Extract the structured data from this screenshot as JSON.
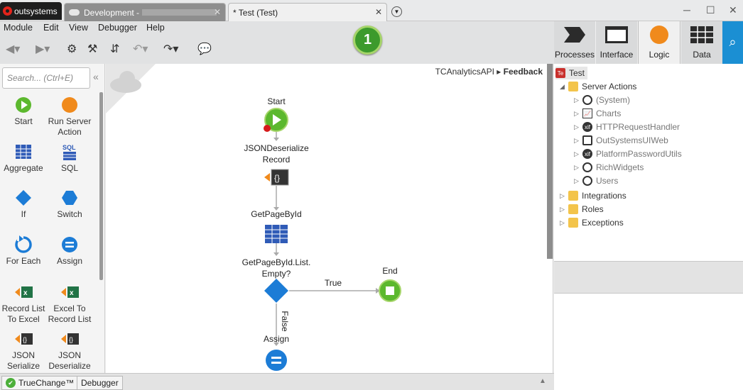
{
  "titlebar": {
    "logo": "outsystems",
    "tabs": [
      {
        "label": "Development - "
      },
      {
        "label": "* Test (Test)"
      }
    ],
    "close_glyph": "✕"
  },
  "menu": [
    "Module",
    "Edit",
    "View",
    "Debugger",
    "Help"
  ],
  "badge_count": "1",
  "right_tabs": [
    "Processes",
    "Interface",
    "Logic",
    "Data"
  ],
  "toolbox": {
    "search_placeholder": "Search... (Ctrl+E)",
    "tools": [
      {
        "label": "Start",
        "icon": "start-icon"
      },
      {
        "label": "Run Server Action",
        "icon": "run-server-action-icon"
      },
      {
        "label": "Aggregate",
        "icon": "aggregate-icon"
      },
      {
        "label": "SQL",
        "icon": "sql-icon"
      },
      {
        "label": "If",
        "icon": "if-icon"
      },
      {
        "label": "Switch",
        "icon": "switch-icon"
      },
      {
        "label": "For Each",
        "icon": "for-each-icon"
      },
      {
        "label": "Assign",
        "icon": "assign-icon"
      },
      {
        "label": "Record List To Excel",
        "icon": "record-list-to-excel-icon"
      },
      {
        "label": "Excel To Record List",
        "icon": "excel-to-record-list-icon"
      },
      {
        "label": "JSON Serialize",
        "icon": "json-serialize-icon"
      },
      {
        "label": "JSON Deserialize",
        "icon": "json-deserialize-icon"
      }
    ]
  },
  "canvas": {
    "breadcrumb": {
      "parent": "TCAnalyticsAPI",
      "current": "Feedback"
    },
    "nodes": {
      "start": "Start",
      "json": "JSONDeserialize Record",
      "getpage": "GetPageById",
      "if": "GetPageById.List. Empty?",
      "end": "End",
      "assign": "Assign",
      "true_label": "True",
      "false_label": "False"
    }
  },
  "tree": {
    "root": "Test",
    "items": [
      {
        "label": "Server Actions"
      },
      {
        "label": "(System)"
      },
      {
        "label": "Charts"
      },
      {
        "label": "HTTPRequestHandler"
      },
      {
        "label": "OutSystemsUIWeb"
      },
      {
        "label": "PlatformPasswordUtils"
      },
      {
        "label": "RichWidgets"
      },
      {
        "label": "Users"
      },
      {
        "label": "Integrations"
      },
      {
        "label": "Roles"
      },
      {
        "label": "Exceptions"
      }
    ]
  },
  "bottom_tabs": [
    "TrueChange™",
    "Debugger"
  ],
  "colors": {
    "accent_blue": "#1b8fd3",
    "logic_orange": "#f08a1c",
    "start_green": "#5cb82e",
    "brand_red": "#e3241b"
  }
}
